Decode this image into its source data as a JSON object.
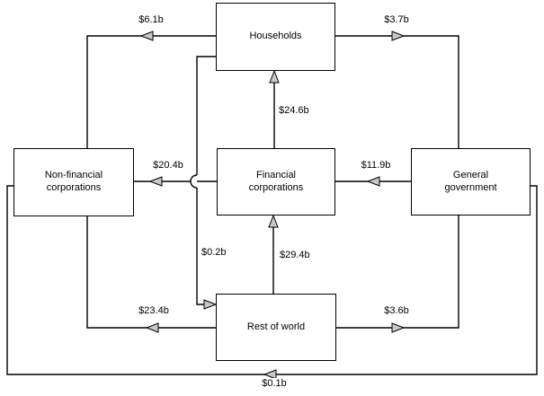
{
  "diagram": {
    "nodes": {
      "households": {
        "label": "Households"
      },
      "non_financial_corporations": {
        "label": "Non-financial corporations"
      },
      "financial_corporations": {
        "label": "Financial corporations"
      },
      "general_government": {
        "label": "General government"
      },
      "rest_of_world": {
        "label": "Rest of world"
      }
    },
    "flows": [
      {
        "from": "Households",
        "to": "Non-financial corporations",
        "amount": "$6.1b"
      },
      {
        "from": "Households",
        "to": "General government",
        "amount": "$3.7b"
      },
      {
        "from": "Financial corporations",
        "to": "Non-financial corporations",
        "amount": "$20.4b"
      },
      {
        "from": "General government",
        "to": "Financial corporations",
        "amount": "$11.9b"
      },
      {
        "from": "Financial corporations",
        "to": "Households",
        "amount": "$24.6b"
      },
      {
        "from": "Households",
        "to": "Rest of world",
        "amount": "$0.2b"
      },
      {
        "from": "Rest of world",
        "to": "Financial corporations",
        "amount": "$29.4b"
      },
      {
        "from": "Rest of world",
        "to": "Non-financial corporations",
        "amount": "$23.4b"
      },
      {
        "from": "Rest of world",
        "to": "General government",
        "amount": "$3.6b"
      },
      {
        "from": "General government",
        "to": "Non-financial corporations",
        "amount": "$0.1b"
      }
    ],
    "colors": {
      "line": "#000000",
      "arrow_fill": "#c8c8c8",
      "background": "#ffffff"
    }
  }
}
